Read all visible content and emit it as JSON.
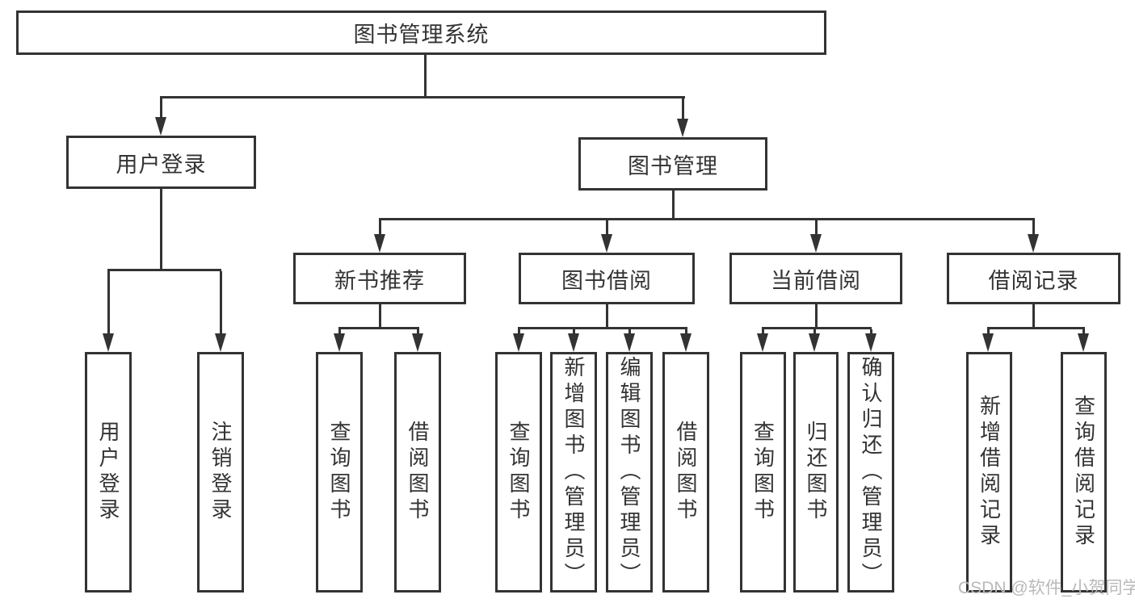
{
  "diagram_type": "functional-structure-tree",
  "tree": {
    "label": "图书管理系统",
    "children": [
      {
        "label": "用户登录",
        "children": [
          {
            "label": "用户登录"
          },
          {
            "label": "注销登录"
          }
        ]
      },
      {
        "label": "图书管理",
        "children": [
          {
            "label": "新书推荐",
            "children": [
              {
                "label": "查询图书"
              },
              {
                "label": "借阅图书"
              }
            ]
          },
          {
            "label": "图书借阅",
            "children": [
              {
                "label": "查询图书"
              },
              {
                "label": "新增图书（管理员）"
              },
              {
                "label": "编辑图书（管理员）"
              },
              {
                "label": "借阅图书"
              }
            ]
          },
          {
            "label": "当前借阅",
            "children": [
              {
                "label": "查询图书"
              },
              {
                "label": "归还图书"
              },
              {
                "label": "确认归还（管理员）"
              }
            ]
          },
          {
            "label": "借阅记录",
            "children": [
              {
                "label": "新增借阅记录"
              },
              {
                "label": "查询借阅记录"
              }
            ]
          }
        ]
      }
    ]
  },
  "watermark": {
    "text": "CSDN @软件_小贺同学",
    "color": "#b9b9b9"
  },
  "colors": {
    "line": "#333333",
    "text": "#333333",
    "background": "#ffffff"
  }
}
